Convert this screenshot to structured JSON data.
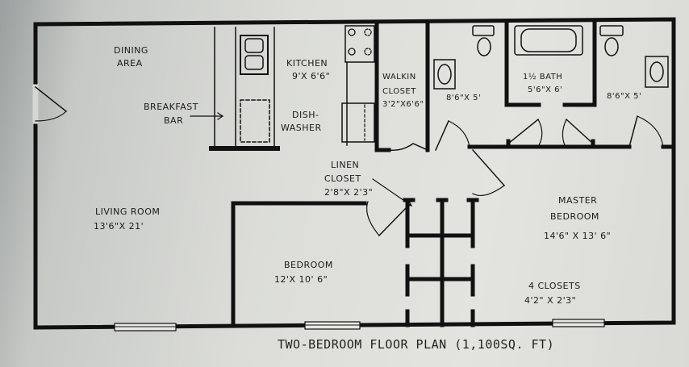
{
  "caption": "TWO-BEDROOM FLOOR PLAN (1,100SQ. FT)",
  "rooms": {
    "dining": [
      "DINING",
      "AREA"
    ],
    "kitchen": [
      "KITCHEN",
      "9'X 6'6\""
    ],
    "breakfast_bar": [
      "BREAKFAST",
      "BAR"
    ],
    "dishwasher": [
      "DISH-",
      "WASHER"
    ],
    "walkin_closet": [
      "WALKIN",
      "CLOSET",
      "3'2\"X6'6\""
    ],
    "bath_left": "8'6\"X 5'",
    "bath_center": [
      "1½ BATH",
      "5'6\"X 6'"
    ],
    "bath_right": "8'6\"X 5'",
    "linen_closet": [
      "LINEN",
      "CLOSET",
      "2'8\"X 2'3\""
    ],
    "living_room": [
      "LIVING ROOM",
      "13'6\"X 21'"
    ],
    "bedroom": [
      "BEDROOM",
      "12'X 10' 6\""
    ],
    "master_bedroom": [
      "MASTER",
      "BEDROOM",
      "14'6\" X 13' 6\""
    ],
    "closets": [
      "4 CLOSETS",
      "4'2\" X 2'3\""
    ]
  }
}
